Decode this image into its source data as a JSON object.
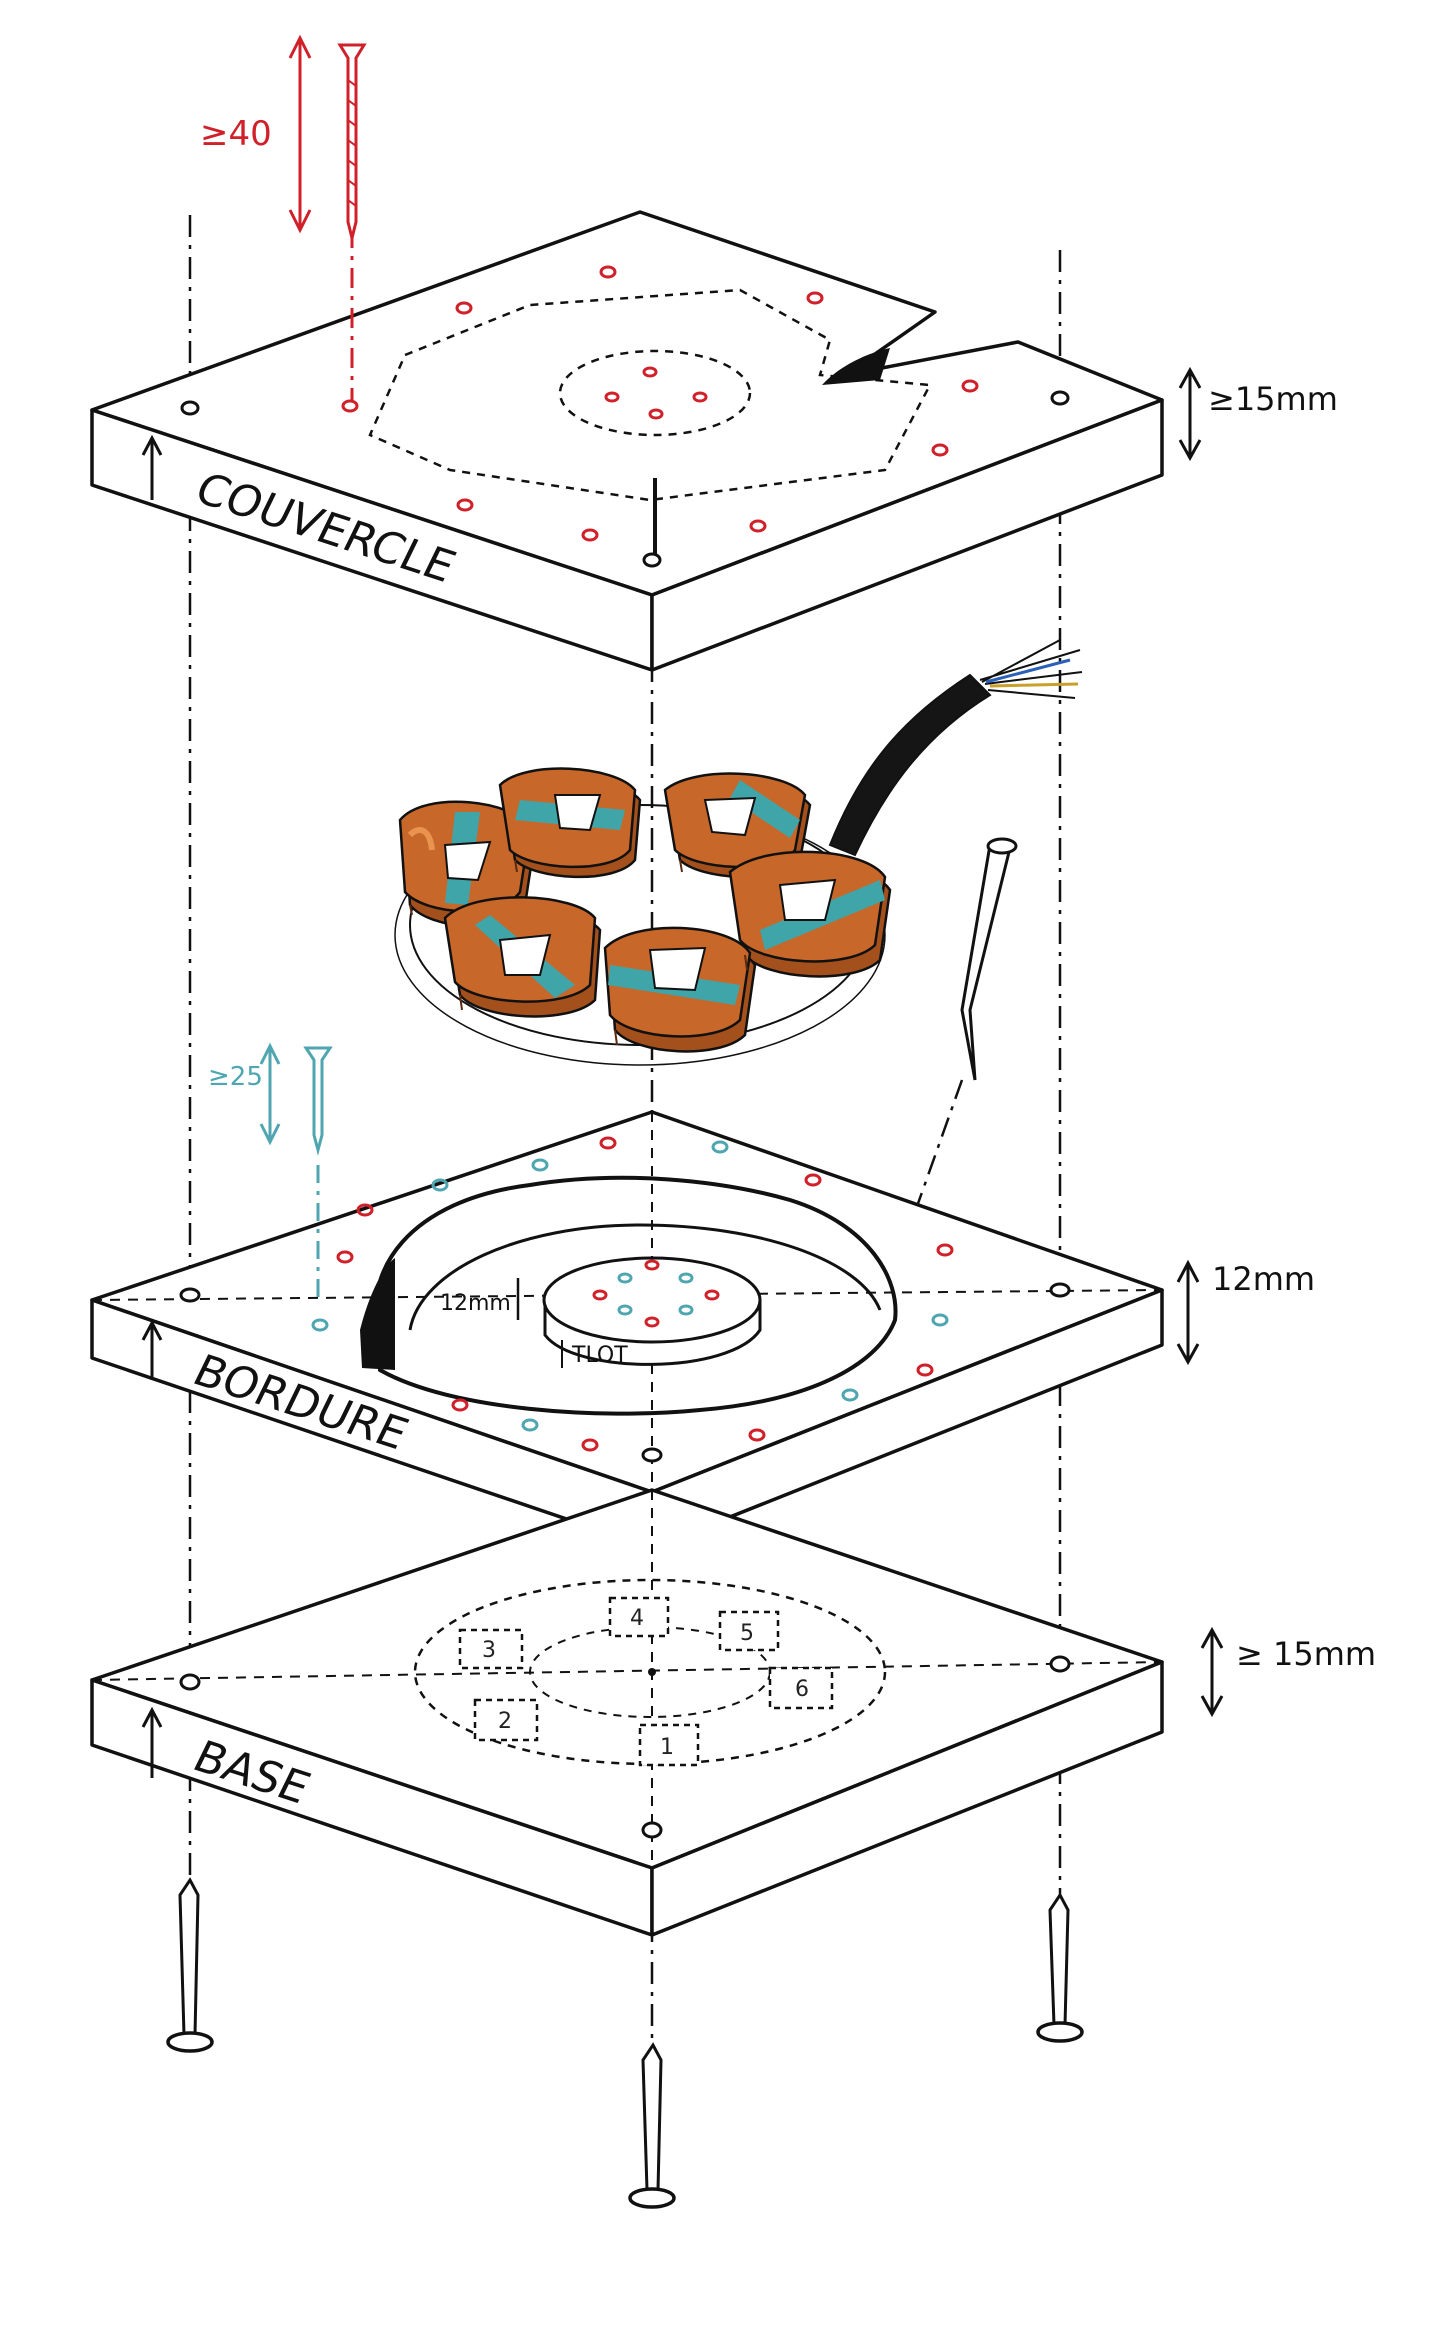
{
  "plates": {
    "top": {
      "label": "COUVERCLE",
      "thickness": "≥15mm"
    },
    "middle": {
      "label": "BORDURE",
      "thickness": "12mm",
      "hub_height": "12mm",
      "hub_label": "TLOT"
    },
    "bottom": {
      "label": "BASE",
      "thickness": "≥ 15mm"
    }
  },
  "screws": {
    "red": {
      "length": "≥40"
    },
    "teal": {
      "length": "≥25"
    }
  },
  "coil_positions": [
    "1",
    "2",
    "3",
    "4",
    "5",
    "6"
  ],
  "colors": {
    "ink": "#111111",
    "red_hole": "#d0202a",
    "teal_hole": "#4fa6b0",
    "copper": "#c8672a",
    "copper_light": "#e8944f",
    "teal_tape": "#3fa5a8",
    "cable": "#151515"
  }
}
